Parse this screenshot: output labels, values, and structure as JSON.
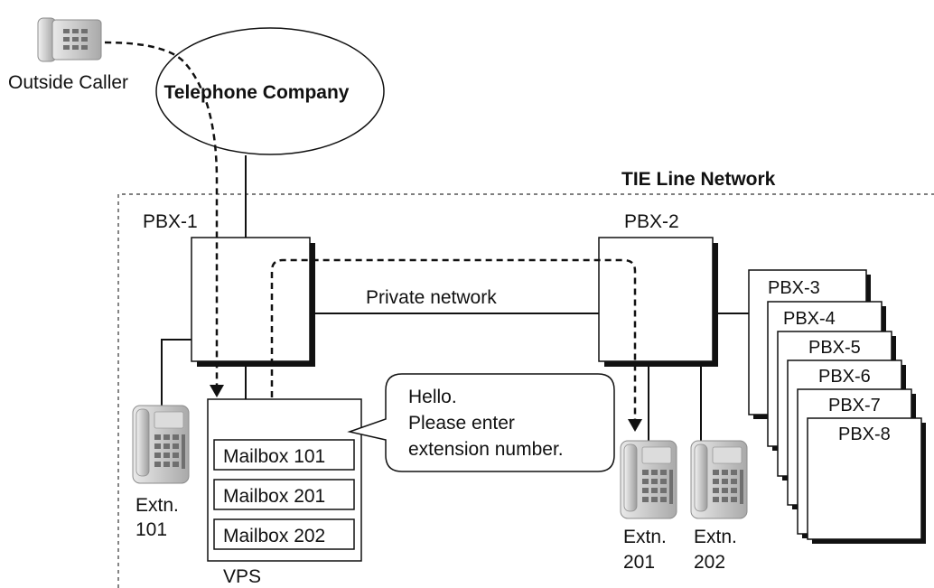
{
  "diagram": {
    "telco_label": "Telephone Company",
    "outside_caller_label": "Outside Caller",
    "network_label": "TIE Line Network",
    "private_network_label": "Private network",
    "pbx1_label": "PBX-1",
    "pbx2_label": "PBX-2",
    "pbx_stack_labels": [
      "PBX-3",
      "PBX-4",
      "PBX-5",
      "PBX-6",
      "PBX-7",
      "PBX-8"
    ],
    "vps_label": "VPS",
    "mailboxes": [
      "Mailbox 101",
      "Mailbox 201",
      "Mailbox 202"
    ],
    "speech_lines": [
      "Hello.",
      "Please enter",
      "extension number."
    ],
    "extn101": {
      "line1": "Extn.",
      "line2": "101"
    },
    "extn201": {
      "line1": "Extn.",
      "line2": "201"
    },
    "extn202": {
      "line1": "Extn.",
      "line2": "202"
    },
    "icons": [
      "phone-icon",
      "arrow-head-icon"
    ]
  }
}
